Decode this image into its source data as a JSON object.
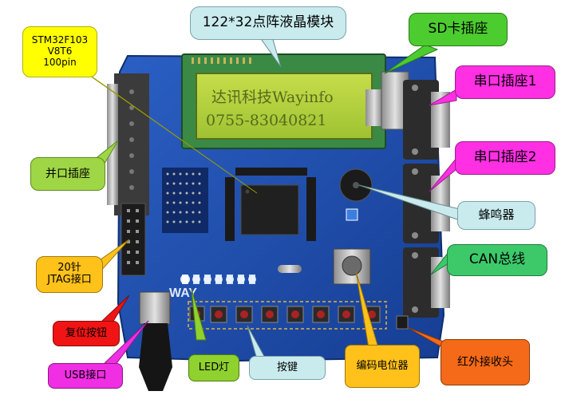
{
  "lcd": {
    "line1": "达讯科技Wayinfo",
    "line2": "0755-83040821"
  },
  "board_silkscreen": "WAY",
  "callouts": {
    "lcd_module": {
      "text": "122*32点阵液晶模块",
      "color": "#c9ebee"
    },
    "mcu": {
      "text": "STM32F103\nV8T6\n100pin",
      "color": "#ffff00"
    },
    "sd_socket": {
      "text": "SD卡插座",
      "color": "#4ccc2f"
    },
    "uart1": {
      "text": "串口插座1",
      "color": "#ff2fe4"
    },
    "uart2": {
      "text": "串口插座2",
      "color": "#ff2fe4"
    },
    "parallel_port": {
      "text": "并口插座",
      "color": "#9fd645"
    },
    "buzzer": {
      "text": "蜂鸣器",
      "color": "#c9ebee"
    },
    "jtag": {
      "text": "20针\nJTAG接口",
      "color": "#ffc21a"
    },
    "can_bus": {
      "text": "CAN总线",
      "color": "#3dc96a"
    },
    "reset_button": {
      "text": "复位按钮",
      "color": "#f01414"
    },
    "usb_port": {
      "text": "USB接口",
      "color": "#f02ee3"
    },
    "led": {
      "text": "LED灯",
      "color": "#8fd12e"
    },
    "keys": {
      "text": "按键",
      "color": "#c9ebee"
    },
    "encoder_pot": {
      "text": "编码电位器",
      "color": "#ffc11a"
    },
    "ir_receiver": {
      "text": "红外接收头",
      "color": "#f56a18"
    }
  }
}
